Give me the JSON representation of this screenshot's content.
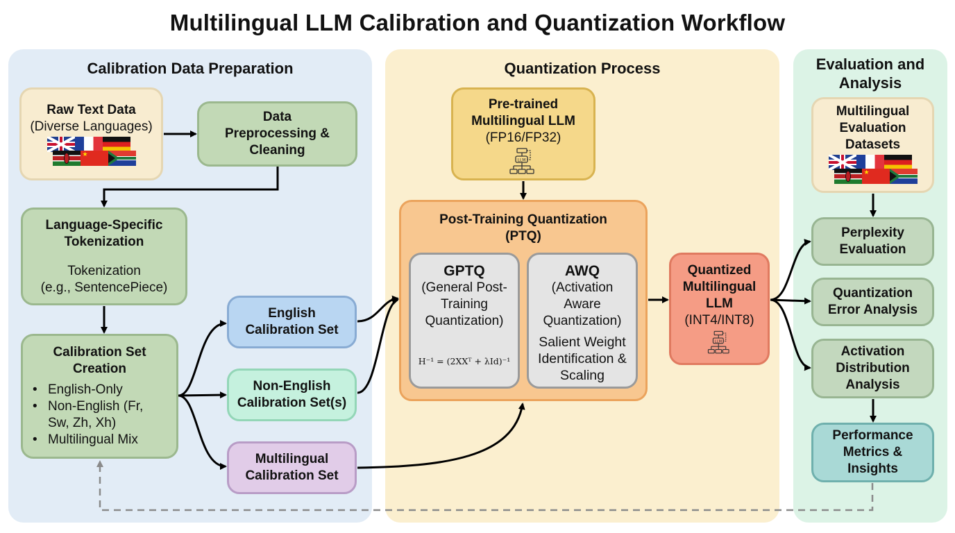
{
  "title": "Multilingual LLM Calibration and Quantization Workflow",
  "panels": {
    "prep": {
      "title": "Calibration Data Preparation",
      "raw": {
        "title": "Raw Text Data",
        "subtitle": "(Diverse Languages)",
        "flags": [
          "uk",
          "france",
          "germany",
          "kenya",
          "china",
          "south-africa"
        ]
      },
      "preprocess": {
        "title": "Data Preprocessing & Cleaning"
      },
      "tokenize": {
        "title": "Language-Specific Tokenization",
        "desc1": "Tokenization",
        "desc2": "(e.g., SentencePiece)"
      },
      "calset": {
        "title": "Calibration Set Creation",
        "items": [
          "English-Only",
          "Non-English (Fr, Sw, Zh, Xh)",
          "Multilingual Mix"
        ]
      },
      "english": {
        "title": "English Calibration Set"
      },
      "nonenglish": {
        "title": "Non-English Calibration Set(s)"
      },
      "multi": {
        "title": "Multilingual Calibration Set"
      }
    },
    "quant": {
      "title": "Quantization Process",
      "pretrained": {
        "line1": "Pre-trained",
        "line2": "Multilingual LLM",
        "line3": "(FP16/FP32)",
        "icon": "llm-network-icon"
      },
      "ptq": {
        "title": "Post-Training Quantization",
        "subtitle": "(PTQ)"
      },
      "gptq": {
        "title": "GPTQ",
        "desc": "(General Post-Training Quantization)",
        "formula": "H⁻¹ = (2XXᵀ + λId)⁻¹"
      },
      "awq": {
        "title": "AWQ",
        "desc": "(Activation Aware Quantization)",
        "extra": "Salient Weight Identification & Scaling"
      },
      "quantized": {
        "line1": "Quantized Multilingual LLM",
        "line2": "(INT4/INT8)",
        "icon": "llm-network-icon"
      }
    },
    "eval": {
      "title": "Evaluation and Analysis",
      "datasets": {
        "title": "Multilingual Evaluation Datasets",
        "flags": [
          "uk",
          "france",
          "germany",
          "kenya",
          "china",
          "south-africa"
        ]
      },
      "perplexity": {
        "title": "Perplexity Evaluation"
      },
      "error": {
        "title": "Quantization Error Analysis"
      },
      "activation": {
        "title": "Activation Distribution Analysis"
      },
      "metrics": {
        "title": "Performance Metrics & Insights"
      }
    }
  },
  "colors": {
    "prep_bg": "#e2ecf6",
    "quant_bg": "#fbefcf",
    "eval_bg": "#dcf3e6",
    "green": "#c2d9b6",
    "blue": "#b9d6f2",
    "mint": "#c5f1de",
    "purple": "#e1cce8",
    "gold": "#f5d88a",
    "orange": "#f8c790",
    "salmon": "#f59c85",
    "teal": "#a9d9d6",
    "feedback_dash": "#8a8a8a"
  }
}
